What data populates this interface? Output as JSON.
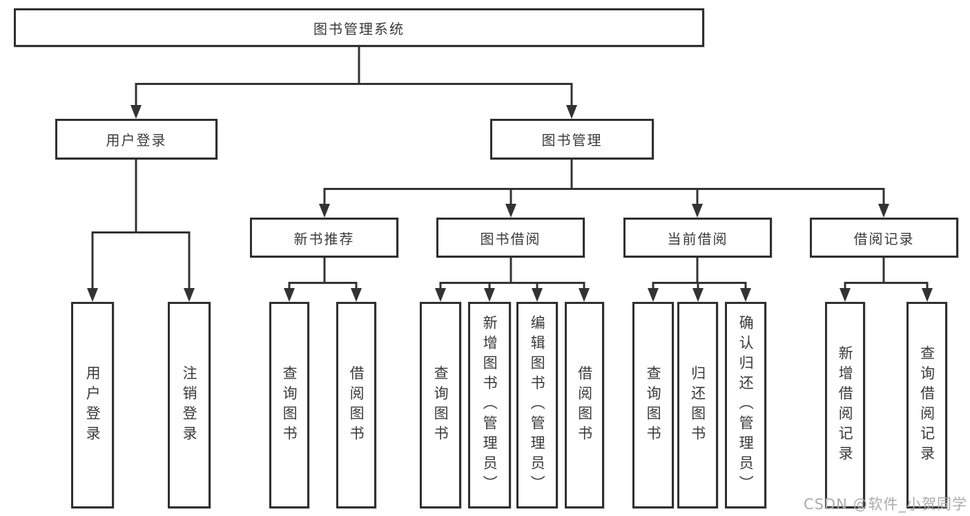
{
  "diagram": {
    "root": {
      "label": "图书管理系统"
    },
    "level2": [
      {
        "id": "user-login",
        "label": "用户登录",
        "parent": "root"
      },
      {
        "id": "book-management",
        "label": "图书管理",
        "parent": "root"
      }
    ],
    "level3": [
      {
        "id": "new-book-recommendation",
        "label": "新书推荐",
        "parent": "book-management"
      },
      {
        "id": "book-borrowing",
        "label": "图书借阅",
        "parent": "book-management"
      },
      {
        "id": "current-borrowing",
        "label": "当前借阅",
        "parent": "book-management"
      },
      {
        "id": "borrowing-records",
        "label": "借阅记录",
        "parent": "book-management"
      }
    ],
    "leaves": [
      {
        "id": "user-login-leaf",
        "label": "用户登录",
        "parent": "user-login"
      },
      {
        "id": "logout",
        "label": "注销登录",
        "parent": "user-login"
      },
      {
        "id": "query-books-recommend",
        "label": "查询图书",
        "parent": "new-book-recommendation"
      },
      {
        "id": "borrow-books-recommend",
        "label": "借阅图书",
        "parent": "new-book-recommendation"
      },
      {
        "id": "query-books-borrowing",
        "label": "查询图书",
        "parent": "book-borrowing"
      },
      {
        "id": "add-books-admin",
        "label": "新增图书（管理员）",
        "parent": "book-borrowing"
      },
      {
        "id": "edit-books-admin",
        "label": "编辑图书（管理员）",
        "parent": "book-borrowing"
      },
      {
        "id": "borrow-books-borrowing",
        "label": "借阅图书",
        "parent": "book-borrowing"
      },
      {
        "id": "query-books-current",
        "label": "查询图书",
        "parent": "current-borrowing"
      },
      {
        "id": "return-books",
        "label": "归还图书",
        "parent": "current-borrowing"
      },
      {
        "id": "confirm-return-admin",
        "label": "确认归还（管理员）",
        "parent": "current-borrowing"
      },
      {
        "id": "add-borrow-record",
        "label": "新增借阅记录",
        "parent": "borrowing-records"
      },
      {
        "id": "query-borrow-record",
        "label": "查询借阅记录",
        "parent": "borrowing-records"
      }
    ]
  },
  "watermark": {
    "text": "CSDN @软件_小贺同学",
    "color": "#ababab"
  },
  "colors": {
    "line": "#333333",
    "border": "#2f2f2f",
    "text": "#3a3a3a",
    "background": "#ffffff"
  }
}
